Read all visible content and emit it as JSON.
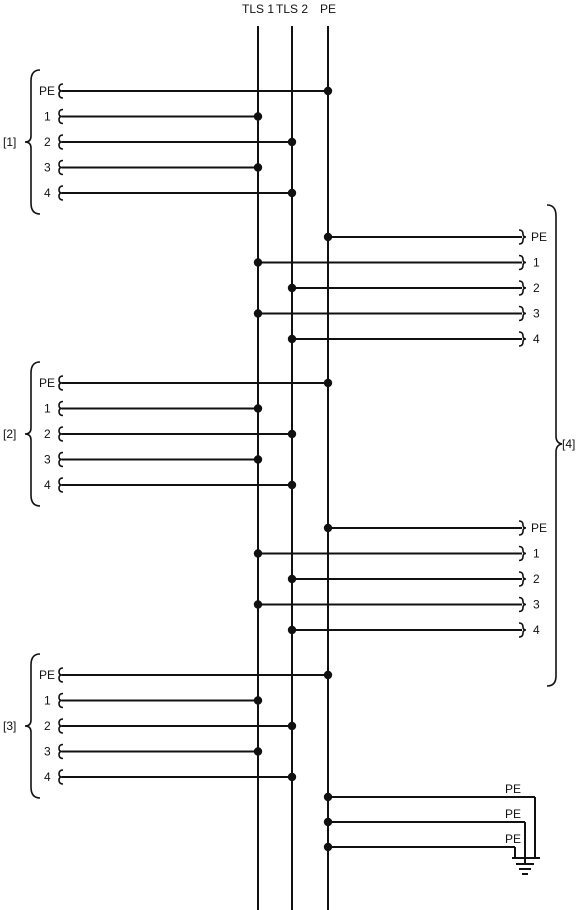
{
  "bus_labels": {
    "tls1": "TLS 1",
    "tls2": "TLS 2",
    "pe": "PE"
  },
  "group_labels": {
    "g1": "[1]",
    "g2": "[2]",
    "g3": "[3]",
    "g4": "[4]"
  },
  "terminal_labels": [
    "PE",
    "1",
    "2",
    "3",
    "4"
  ],
  "ground": {
    "labels": [
      "PE",
      "PE",
      "PE"
    ],
    "icon": "ground-icon"
  },
  "colors": {
    "stroke": "#111111",
    "background": "#ffffff"
  }
}
